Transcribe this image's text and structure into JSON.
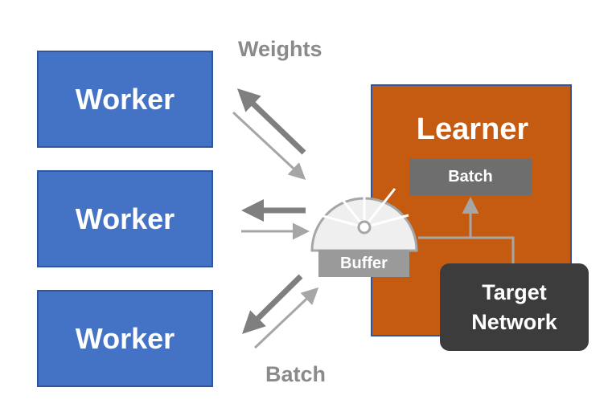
{
  "workers": [
    {
      "label": "Worker"
    },
    {
      "label": "Worker"
    },
    {
      "label": "Worker"
    }
  ],
  "flows": {
    "weights_label": "Weights",
    "batch_label": "Batch"
  },
  "buffer": {
    "label": "Buffer"
  },
  "learner": {
    "title": "Learner",
    "batch_label": "Batch",
    "target_network_label": "Target Network"
  },
  "colors": {
    "worker_fill": "#4472c4",
    "learner_fill": "#c55a11",
    "target_fill": "#3c3c3c",
    "arrow_gray": "#7f7f7f"
  }
}
